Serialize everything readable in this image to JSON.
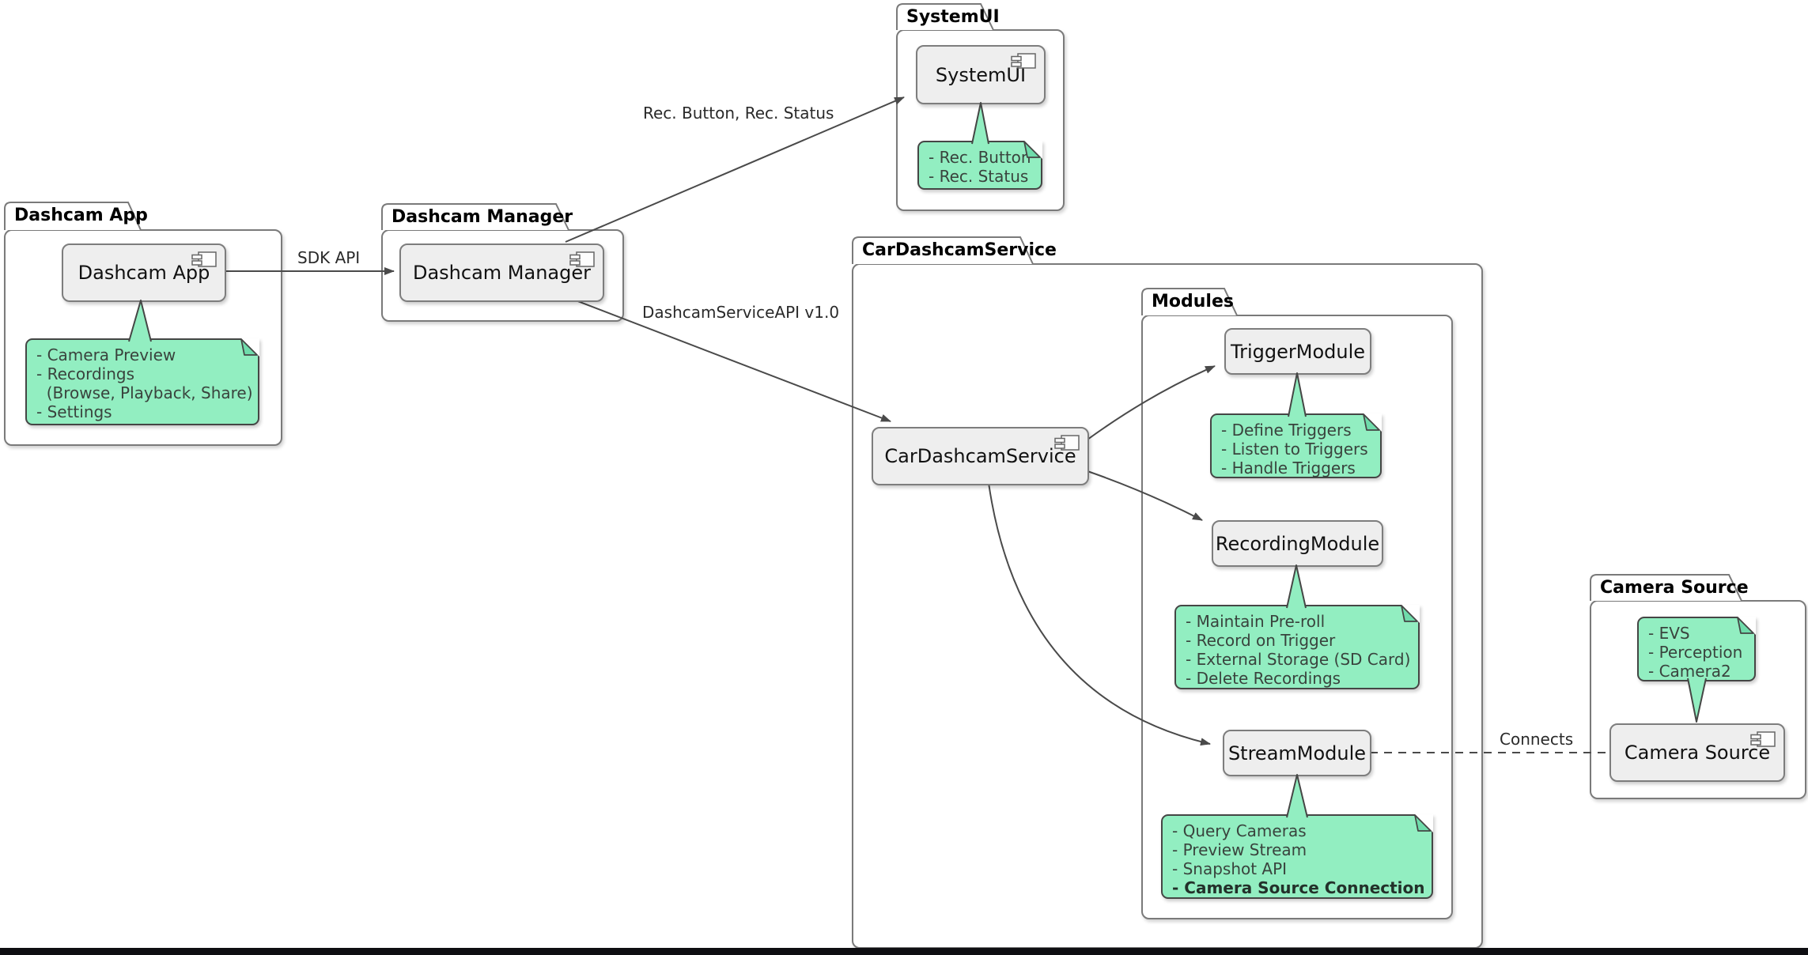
{
  "packages": {
    "dashcam_app": {
      "title": "Dashcam App"
    },
    "dashcam_manager": {
      "title": "Dashcam Manager"
    },
    "systemui": {
      "title": "SystemUI"
    },
    "car_dashcam_service": {
      "title": "CarDashcamService"
    },
    "modules": {
      "title": "Modules"
    },
    "camera_source": {
      "title": "Camera Source"
    }
  },
  "components": {
    "dashcam_app": {
      "label": "Dashcam App"
    },
    "dashcam_manager": {
      "label": "Dashcam Manager"
    },
    "systemui": {
      "label": "SystemUI"
    },
    "car_dashcam_service": {
      "label": "CarDashcamService"
    },
    "trigger_module": {
      "label": "TriggerModule"
    },
    "recording_module": {
      "label": "RecordingModule"
    },
    "stream_module": {
      "label": "StreamModule"
    },
    "camera_source": {
      "label": "Camera Source"
    }
  },
  "notes": {
    "app": {
      "lines": [
        "- Camera Preview",
        "- Recordings",
        "  (Browse, Playback, Share)",
        "- Settings"
      ]
    },
    "systemui": {
      "lines": [
        "- Rec. Button",
        "- Rec. Status"
      ]
    },
    "trigger": {
      "lines": [
        "- Define Triggers",
        "- Listen to Triggers",
        "- Handle Triggers"
      ]
    },
    "recording": {
      "lines": [
        "- Maintain Pre-roll",
        "- Record on Trigger",
        "- External Storage (SD Card)",
        "- Delete Recordings"
      ]
    },
    "stream": {
      "lines": [
        "- Query Cameras",
        "- Preview Stream",
        "- Snapshot API",
        "- Camera Source Connection"
      ]
    },
    "camera": {
      "lines": [
        "- EVS",
        "- Perception",
        "- Camera2"
      ]
    }
  },
  "edges": {
    "sdk_api": {
      "label": "SDK API"
    },
    "rec": {
      "label": "Rec. Button, Rec. Status"
    },
    "service_api": {
      "label": "DashcamServiceAPI v1.0"
    },
    "connects": {
      "label": "Connects"
    }
  },
  "colors": {
    "note_fill": "#92eec1",
    "note_border": "#454645",
    "component_fill": "#eeeeee",
    "box_border": "#7a7a7a",
    "edge": "#4a4a4a",
    "bottom_bar": "#0e0e12"
  }
}
